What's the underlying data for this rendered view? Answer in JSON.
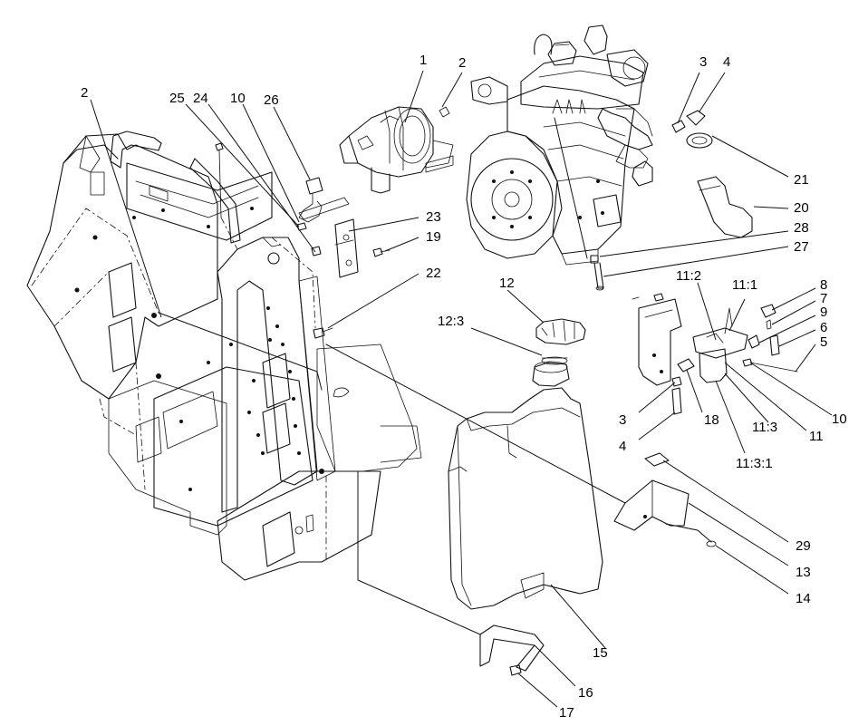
{
  "callouts": [
    {
      "id": "c1",
      "text": "1"
    },
    {
      "id": "c2a",
      "text": "2"
    },
    {
      "id": "c2b",
      "text": "2"
    },
    {
      "id": "c3a",
      "text": "3"
    },
    {
      "id": "c4a",
      "text": "4"
    },
    {
      "id": "c21",
      "text": "21"
    },
    {
      "id": "c20",
      "text": "20"
    },
    {
      "id": "c28",
      "text": "28"
    },
    {
      "id": "c27",
      "text": "27"
    },
    {
      "id": "c25",
      "text": "25"
    },
    {
      "id": "c24",
      "text": "24"
    },
    {
      "id": "c10a",
      "text": "10"
    },
    {
      "id": "c26",
      "text": "26"
    },
    {
      "id": "c23",
      "text": "23"
    },
    {
      "id": "c19",
      "text": "19"
    },
    {
      "id": "c22",
      "text": "22"
    },
    {
      "id": "c12",
      "text": "12"
    },
    {
      "id": "c12_3",
      "text": "12:3"
    },
    {
      "id": "c11_2",
      "text": "11:2"
    },
    {
      "id": "c11_1",
      "text": "11:1"
    },
    {
      "id": "c8",
      "text": "8"
    },
    {
      "id": "c7",
      "text": "7"
    },
    {
      "id": "c9",
      "text": "9"
    },
    {
      "id": "c6",
      "text": "6"
    },
    {
      "id": "c5",
      "text": "5"
    },
    {
      "id": "c10b",
      "text": "10"
    },
    {
      "id": "c11",
      "text": "11"
    },
    {
      "id": "c11_3",
      "text": "11:3"
    },
    {
      "id": "c11_3_1",
      "text": "11:3:1"
    },
    {
      "id": "c18",
      "text": "18"
    },
    {
      "id": "c3b",
      "text": "3"
    },
    {
      "id": "c4b",
      "text": "4"
    },
    {
      "id": "c29",
      "text": "29"
    },
    {
      "id": "c13",
      "text": "13"
    },
    {
      "id": "c14",
      "text": "14"
    },
    {
      "id": "c15",
      "text": "15"
    },
    {
      "id": "c16",
      "text": "16"
    },
    {
      "id": "c17",
      "text": "17"
    }
  ]
}
